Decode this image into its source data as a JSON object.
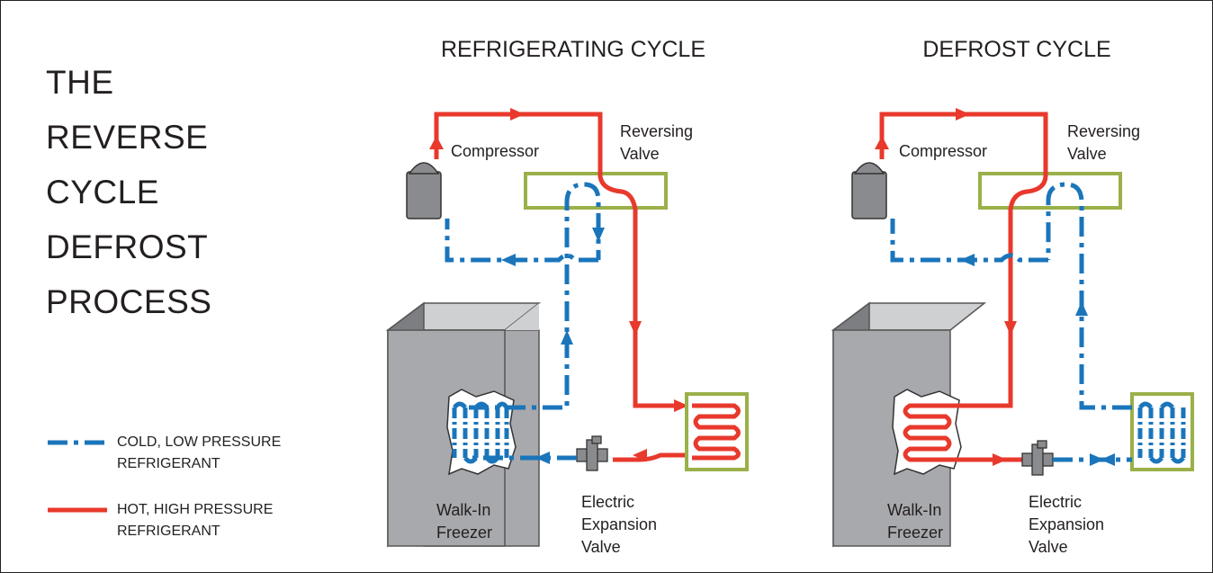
{
  "title_lines": [
    "THE",
    "REVERSE",
    "CYCLE",
    "DEFROST",
    "PROCESS"
  ],
  "left_panel": {
    "title": "REFRIGERATING CYCLE",
    "compressor_label": "Compressor",
    "reversing_valve_label": [
      "Reversing",
      "Valve"
    ],
    "freezer_label": [
      "Walk-In",
      "Freezer"
    ],
    "expansion_valve_label": [
      "Electric",
      "Expansion",
      "Valve"
    ]
  },
  "right_panel": {
    "title": "DEFROST CYCLE",
    "compressor_label": "Compressor",
    "reversing_valve_label": [
      "Reversing",
      "Valve"
    ],
    "freezer_label": [
      "Walk-In",
      "Freezer"
    ],
    "expansion_valve_label": [
      "Electric",
      "Expansion",
      "Valve"
    ]
  },
  "legend": {
    "cold": [
      "COLD, LOW PRESSURE",
      "REFRIGERANT"
    ],
    "hot": [
      "HOT, HIGH PRESSURE",
      "REFRIGERANT"
    ]
  },
  "colors": {
    "hot": "#e8392c",
    "cold": "#1a75bb",
    "valve_outline": "#9ab049",
    "freezer_front": "#a8a9ad",
    "freezer_top": "#cfd0d2",
    "freezer_side": "#7d7e81",
    "component": "#8a8b8e"
  }
}
